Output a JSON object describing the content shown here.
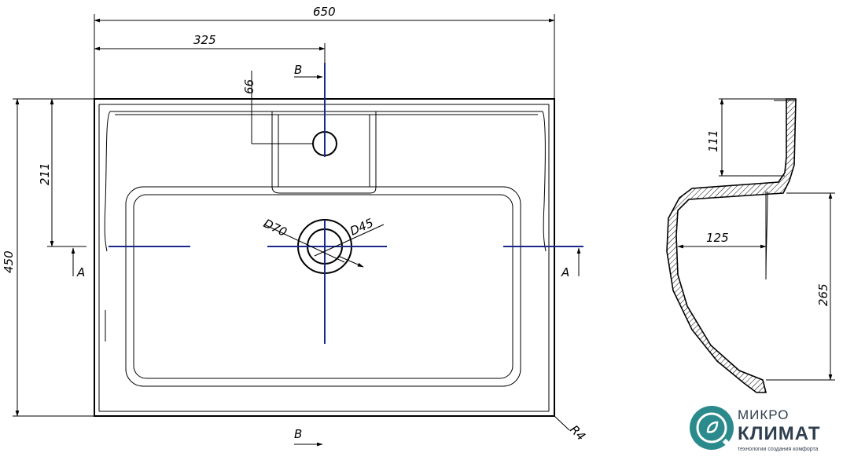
{
  "dimensions": {
    "overall_width": "650",
    "center_offset": "325",
    "tap_hole_offset": "66",
    "overall_depth": "450",
    "tap_hole_depth": "211",
    "drain_diameter_outer": "D70",
    "drain_diameter_inner": "D45",
    "corner_radius": "R4",
    "side_height": "111",
    "side_offset": "125",
    "bowl_depth": "265"
  },
  "section_labels": {
    "section_b_top": "B",
    "section_b_bottom": "B",
    "section_a_left": "A",
    "section_a_right": "A"
  },
  "colors": {
    "line": "#000000",
    "centerline": "#1a2a8c",
    "logo_teal": "#2b8a8c",
    "logo_text": "#2f3f4e"
  },
  "logo": {
    "line1": "МИКРО",
    "line2": "КЛИМАТ",
    "tagline": "технологии создания комфорта",
    "icon": "leaf-drop-icon"
  }
}
